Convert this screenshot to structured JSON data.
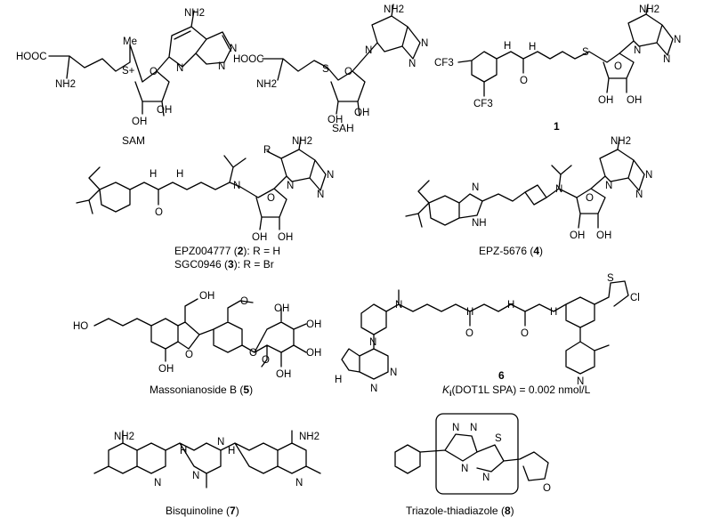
{
  "atoms": {
    "nh2": "NH2",
    "n": "N",
    "nh": "NH",
    "h": "H",
    "o": "O",
    "oh": "OH",
    "ho": "HO",
    "s": "S",
    "s_plus": "S+",
    "me": "Me",
    "hooc": "HOOC",
    "cf3": "CF3",
    "cl": "Cl",
    "r": "R",
    "ho_s": "HO"
  },
  "compounds": [
    {
      "id": "sam",
      "caption": "SAM",
      "number": ""
    },
    {
      "id": "sah",
      "caption": "SAH",
      "number": ""
    },
    {
      "id": "c1",
      "caption": "",
      "number": "1"
    },
    {
      "id": "epz004777",
      "caption": "EPZ004777 (2): R = H",
      "caption_line2": "SGC0946 (3): R = Br",
      "number": "2"
    },
    {
      "id": "epz5676",
      "caption": "EPZ-5676 (4)",
      "number": "4"
    },
    {
      "id": "massonianoside",
      "caption": "Massonianoside B (5)",
      "number": "5"
    },
    {
      "id": "c6",
      "caption": "6",
      "ki_label": "K",
      "ki_sub": "i",
      "ki_text": "(DOT1L SPA) = 0.002 nmol/L",
      "number": "6"
    },
    {
      "id": "bisquinoline",
      "caption": "Bisquinoline (7)",
      "number": "7"
    },
    {
      "id": "triazole",
      "caption": "Triazole-thiadiazole (8)",
      "number": "8"
    }
  ],
  "captions": {
    "sam": "SAM",
    "sah": "SAH",
    "c1": "1",
    "epz2_pre": "EPZ004777 (",
    "epz2_num": "2",
    "epz2_post": "): R = H",
    "sgc3_pre": "SGC0946 (",
    "sgc3_num": "3",
    "sgc3_post": "): R = Br",
    "epz4_pre": "EPZ-5676 (",
    "epz4_num": "4",
    "epz4_post": ")",
    "mass_pre": "Massonianoside B (",
    "mass_num": "5",
    "mass_post": ")",
    "c6": "6",
    "ki_k": "K",
    "ki_i": "i",
    "ki_rest": "(DOT1L SPA) = 0.002 nmol/L",
    "bis_pre": "Bisquinoline (",
    "bis_num": "7",
    "bis_post": ")",
    "tri_pre": "Triazole-thiadiazole (",
    "tri_num": "8",
    "tri_post": ")"
  }
}
